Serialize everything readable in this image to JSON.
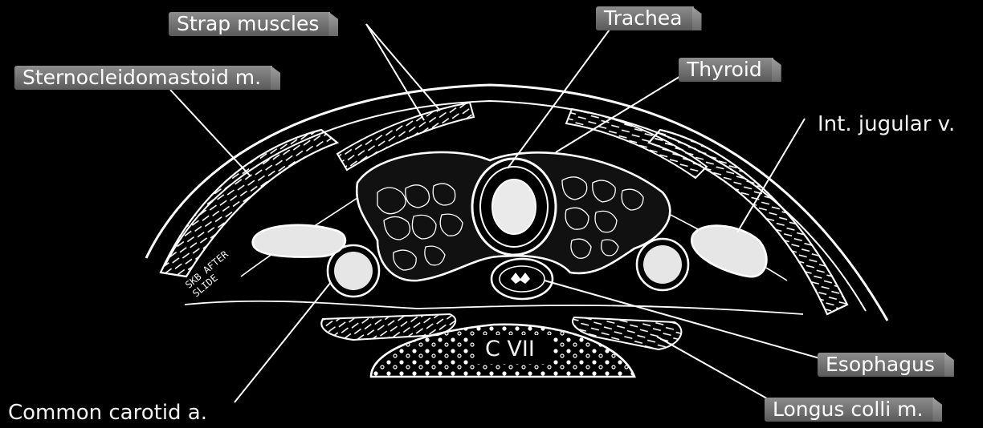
{
  "labels": {
    "strap": "Strap muscles",
    "scm": "Sternocleidomastoid m.",
    "trachea": "Trachea",
    "thyroid": "Thyroid",
    "ijv": "Int. jugular v.",
    "esophagus": "Esophagus",
    "longus": "Longus colli m.",
    "carotid": "Common carotid a.",
    "vertebra": "C VII"
  },
  "signature": "SKB AFTER SLIDE",
  "colors": {
    "background": "#000000",
    "line": "#ffffff",
    "tag": "#7a7a7a"
  }
}
